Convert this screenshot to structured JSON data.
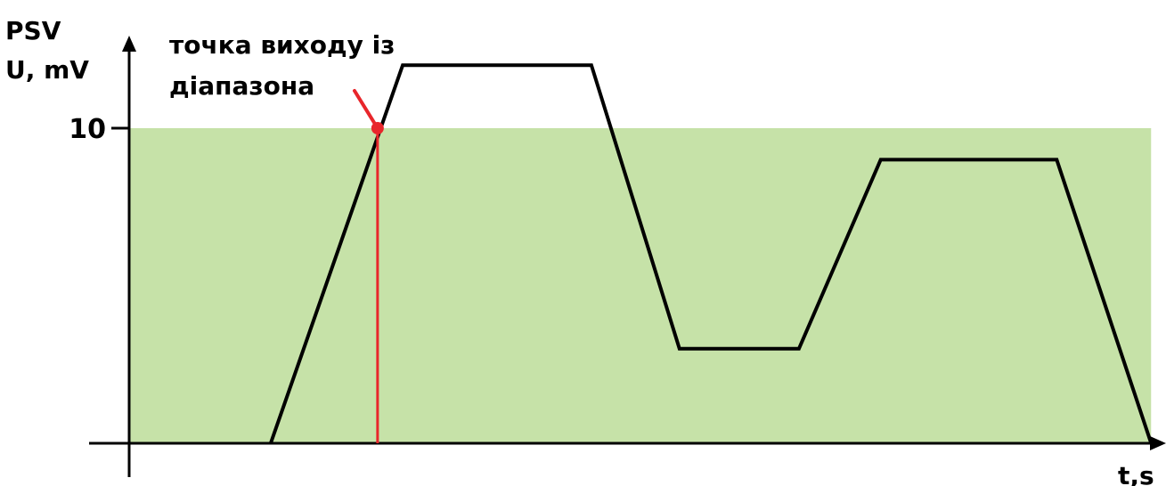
{
  "chart_data": {
    "type": "line",
    "title": "",
    "ylabel_line1": "PSV",
    "ylabel_line2": "U, mV",
    "xlabel": "t,s",
    "y_ticks": [
      10
    ],
    "y_tick_labels": [
      "10"
    ],
    "x_range": [
      0,
      32.5
    ],
    "y_range": [
      0,
      12
    ],
    "band": {
      "y0": 0,
      "y1": 10,
      "x0": 0,
      "x1": 32.5,
      "color": "#c6e2a8"
    },
    "series": [
      {
        "x": [
          4.5,
          8.7,
          14.7,
          17.5,
          21.3,
          23.9,
          29.5,
          32.5
        ],
        "y": [
          0,
          12,
          12,
          3,
          3,
          9,
          9,
          0
        ],
        "color": "#000000"
      }
    ],
    "exit_point": {
      "x": 7.9,
      "y": 10,
      "color": "#e8262b"
    },
    "annotation": {
      "line1": "точка виходу із",
      "line2": "діапазона",
      "color": "#e8262b"
    },
    "axis_color": "#000000"
  }
}
